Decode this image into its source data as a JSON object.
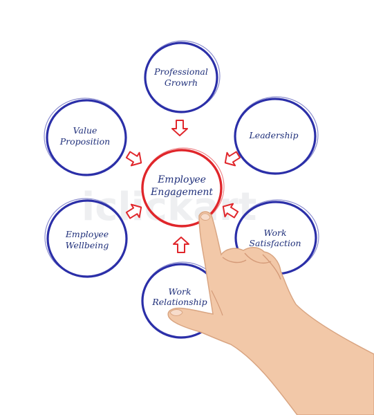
{
  "diagram": {
    "center": {
      "line1": "Employee",
      "line2": "Engagement"
    },
    "nodes": [
      {
        "id": "professional-growth",
        "line1": "Professional",
        "line2": "Growrh"
      },
      {
        "id": "leadership",
        "line1": "Leadership",
        "line2": ""
      },
      {
        "id": "work-satisfaction",
        "line1": "Work",
        "line2": "Satisfaction"
      },
      {
        "id": "work-relationship",
        "line1": "Work",
        "line2": "Relationship"
      },
      {
        "id": "employee-wellbeing",
        "line1": "Employee",
        "line2": "Wellbeing"
      },
      {
        "id": "value-proposition",
        "line1": "Value",
        "line2": "Proposition"
      }
    ]
  },
  "colors": {
    "node_ring": "#2b2fa8",
    "center_ring": "#e0262b",
    "arrow_stroke": "#e0262b",
    "text": "#1f2f7a"
  },
  "decor": {
    "hand": "pointing-hand-image",
    "watermark": "iclickart"
  }
}
